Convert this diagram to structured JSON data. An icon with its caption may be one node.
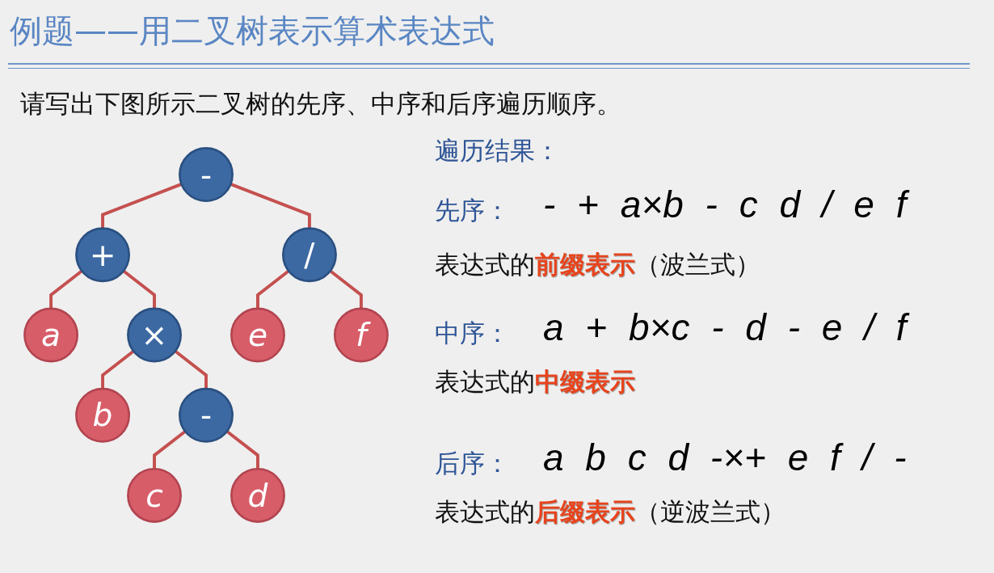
{
  "diagram": {
    "title": "例题——用二叉树表示算术表达式",
    "nodes": [
      {
        "text": [
          "-"
        ]
      },
      {
        "text": [
          "+"
        ]
      },
      {
        "text": [
          "/"
        ]
      },
      {
        "text": [
          "a"
        ]
      },
      {
        "text": [
          "×"
        ]
      },
      {
        "text": [
          "e"
        ]
      },
      {
        "text": [
          "f"
        ]
      },
      {
        "text": [
          "b"
        ]
      },
      {
        "text": [
          "-"
        ]
      },
      {
        "text": [
          "c"
        ]
      },
      {
        "text": [
          "d"
        ]
      }
    ],
    "edges": [
      {
        "from": 0,
        "to": 1,
        "arrow": "none"
      },
      {
        "from": 0,
        "to": 2,
        "arrow": "none"
      },
      {
        "from": 1,
        "to": 3,
        "arrow": "none"
      },
      {
        "from": 1,
        "to": 4,
        "arrow": "none"
      },
      {
        "from": 2,
        "to": 5,
        "arrow": "none"
      },
      {
        "from": 2,
        "to": 6,
        "arrow": "none"
      },
      {
        "from": 4,
        "to": 7,
        "arrow": "none"
      },
      {
        "from": 4,
        "to": 8,
        "arrow": "none"
      },
      {
        "from": 8,
        "to": 9,
        "arrow": "none"
      },
      {
        "from": 8,
        "to": 10,
        "arrow": "none"
      }
    ],
    "labels": [
      "请写出下图所示二叉树的先序、中序和后序遍历顺序。",
      "遍历结果：",
      "先序：",
      "- + a×b - c d / e f",
      "表达式的**前缀表示**（波兰式）",
      "中序：",
      "a + b×c - d - e / f",
      "表达式的**中缀表示**",
      "后序：",
      "a b c d -×+ e f / -",
      "表达式的**后缀表示**（逆波兰式）"
    ]
  }
}
